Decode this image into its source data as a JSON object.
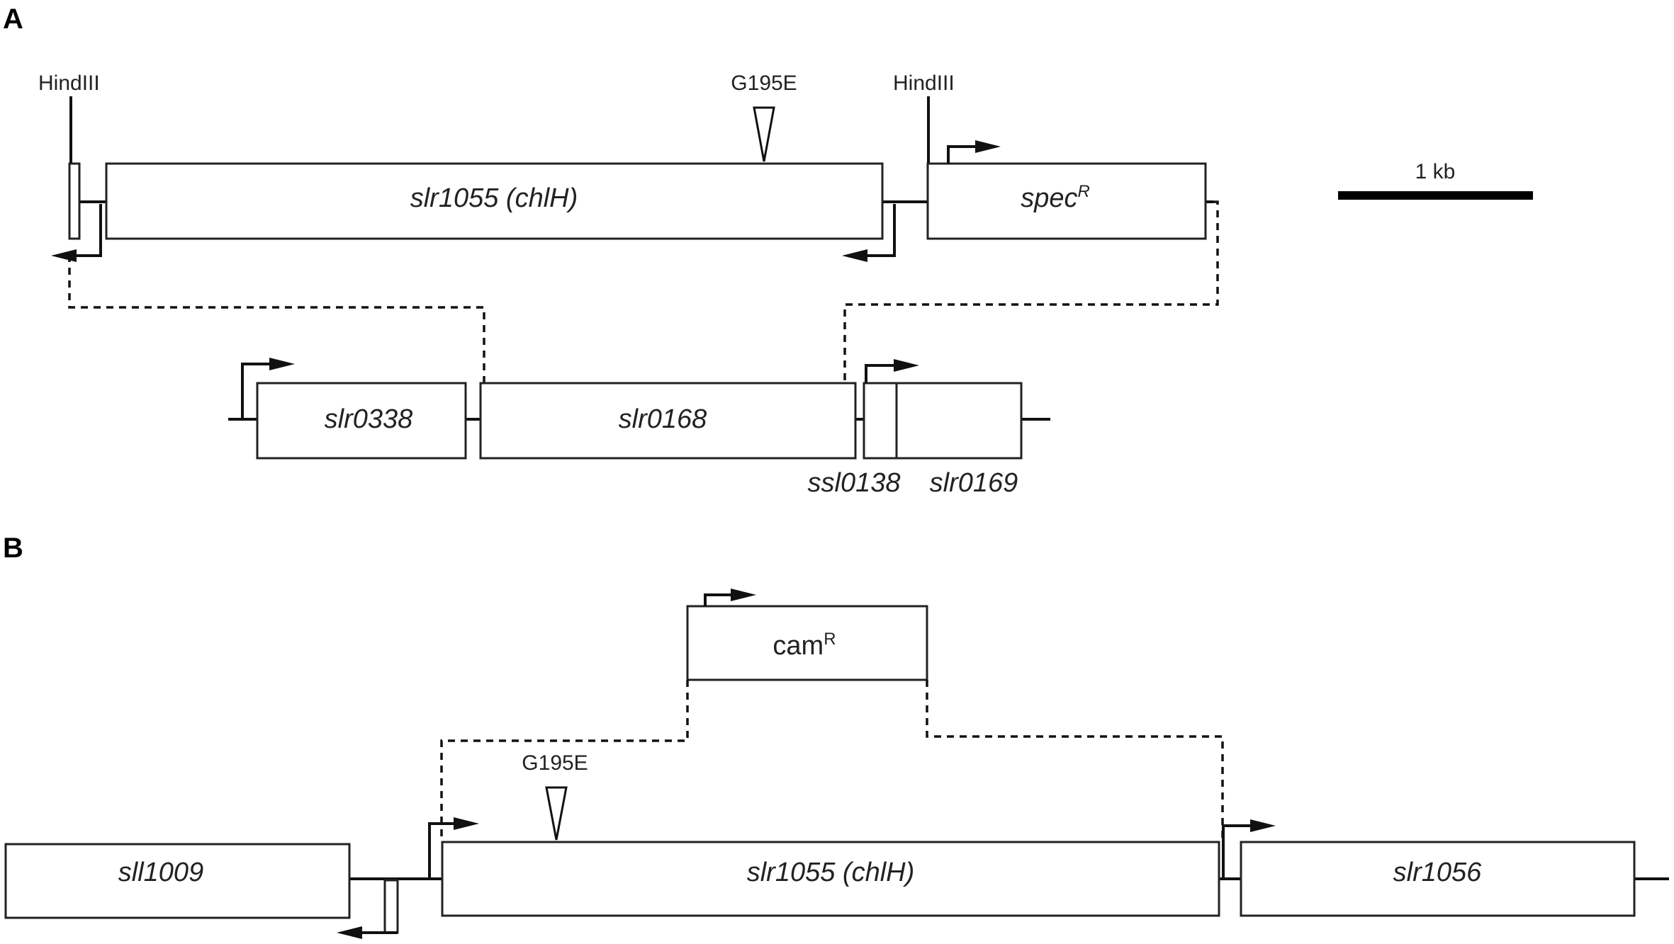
{
  "panel_a": {
    "label": "A",
    "hindiii_left": "HindIII",
    "hindiii_right": "HindIII",
    "mutation": "G195E",
    "gene_chlh": "slr1055 (chlH)",
    "gene_spec": "spec",
    "gene_spec_sup": "R",
    "scale_label": "1 kb",
    "gene_slr0338": "slr0338",
    "gene_slr0168": "slr0168",
    "gene_ssl0138": "ssl0138",
    "gene_slr0169": "slr0169"
  },
  "panel_b": {
    "label": "B",
    "gene_cam": "cam",
    "gene_cam_sup": "R",
    "mutation": "G195E",
    "gene_sll1009": "sll1009",
    "gene_chlh": "slr1055 (chlH)",
    "gene_slr1056": "slr1056"
  }
}
